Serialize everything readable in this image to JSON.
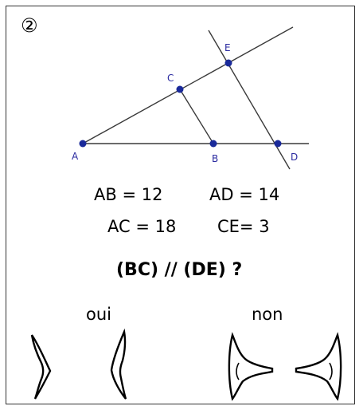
{
  "problem": {
    "number": "②",
    "points": {
      "A": "A",
      "B": "B",
      "C": "C",
      "D": "D",
      "E": "E"
    },
    "givens": [
      "AB = 12",
      "AD = 14",
      "AC = 18",
      "CE= 3"
    ],
    "question": "(BC) // (DE) ?",
    "answers": {
      "yes": "oui",
      "no": "non"
    },
    "colors": {
      "line": "#3a3a3a",
      "point": "#1a2a9a",
      "label": "#2a2aa0"
    }
  }
}
